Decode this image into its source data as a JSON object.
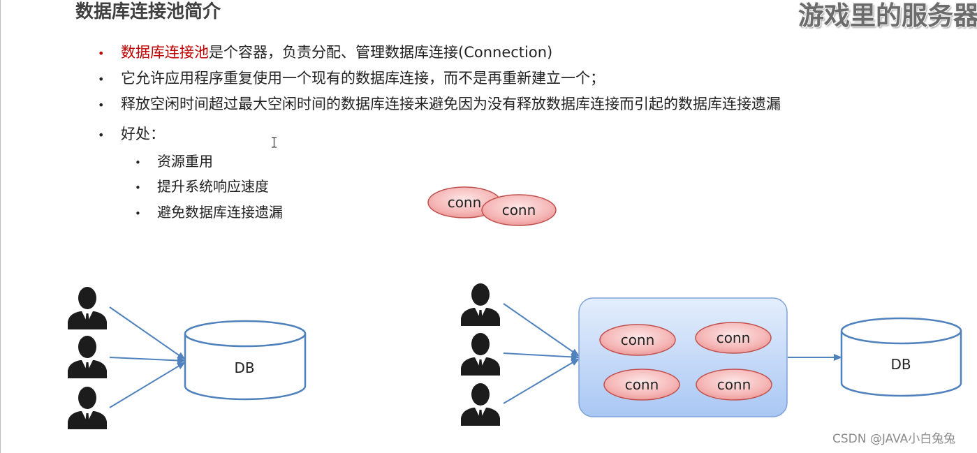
{
  "slide": {
    "title": "数据库连接池简介",
    "watermark_top": "游戏里的服务器",
    "watermark_bottom": "CSDN @JAVA小白兔兔"
  },
  "bullet_symbol": "•",
  "bullets": [
    {
      "highlight": "数据库连接池",
      "text": "是个容器，负责分配、管理数据库连接(Connection)"
    },
    {
      "text": "它允许应用程序重复使用一个现有的数据库连接，而不是再重新建立一个；"
    },
    {
      "text": "释放空闲时间超过最大空闲时间的数据库连接来避免因为没有释放数据库连接而引起的数据库连接遗漏"
    },
    {
      "text": "好处："
    }
  ],
  "sub_bullets": [
    "资源重用",
    "提升系统响应速度",
    "避免数据库连接遗漏"
  ],
  "diagram": {
    "floating_conns": [
      "conn",
      "conn"
    ],
    "left": {
      "db_label": "DB"
    },
    "right": {
      "pool_conns": [
        "conn",
        "conn",
        "conn",
        "conn"
      ],
      "db_label": "DB"
    }
  },
  "icons": {
    "user": "user-icon",
    "cursor": "text-cursor-icon"
  },
  "colors": {
    "highlight": "#c00000",
    "text": "#222222",
    "title": "#3f3f3f",
    "arrow": "#4f81bd",
    "conn_border": "#c0504d",
    "pool_fill": "#a9c7f4"
  }
}
